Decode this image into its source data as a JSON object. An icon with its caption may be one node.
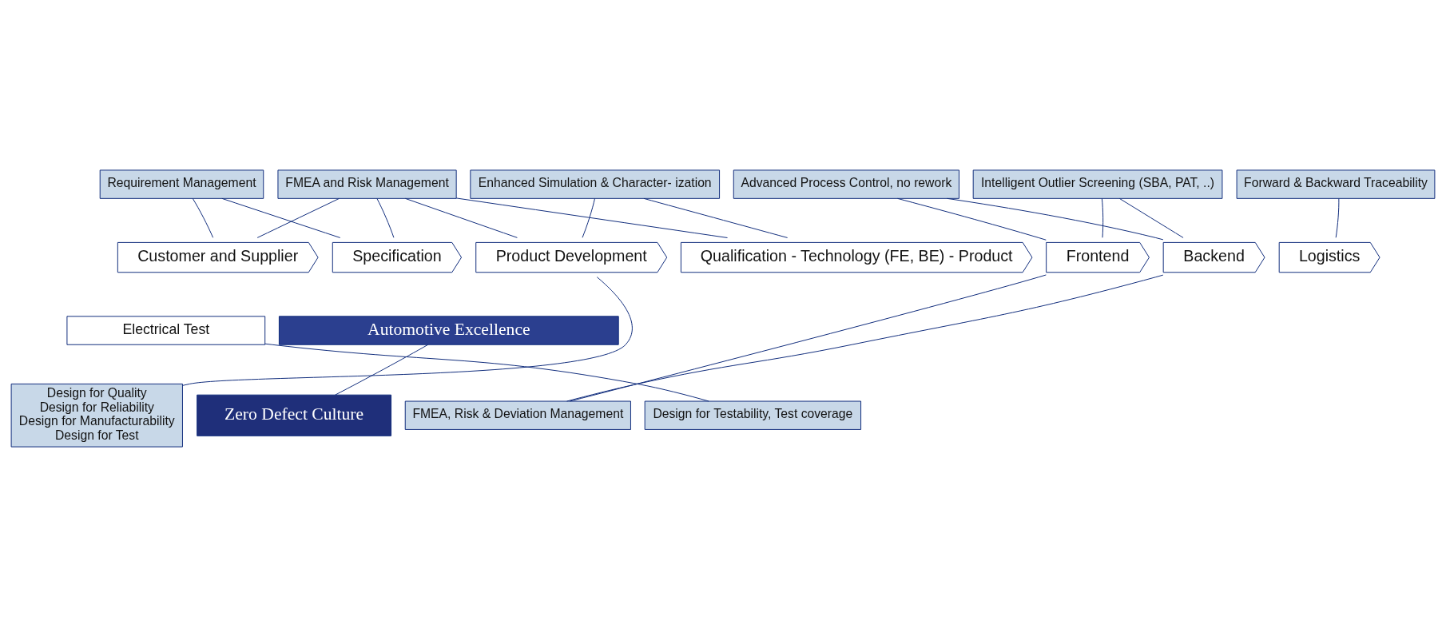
{
  "diagram": {
    "nodes": [
      {
        "text": [
          "Requirement Management"
        ]
      },
      {
        "text": [
          "FMEA and Risk Management"
        ]
      },
      {
        "text": [
          "Enhanced Simulation & Character- ization"
        ]
      },
      {
        "text": [
          "Advanced Process Control, no rework"
        ]
      },
      {
        "text": [
          "Intelligent Outlier Screening (SBA, PAT, ..)"
        ]
      },
      {
        "text": [
          "Forward & Backward Traceability"
        ]
      },
      {
        "text": [
          "Customer and Supplier"
        ]
      },
      {
        "text": [
          "Specification"
        ]
      },
      {
        "text": [
          "Product Development"
        ]
      },
      {
        "text": [
          "Qualification - Technology (FE, BE) - Product"
        ]
      },
      {
        "text": [
          "Frontend"
        ]
      },
      {
        "text": [
          "Backend"
        ]
      },
      {
        "text": [
          "Logistics"
        ]
      },
      {
        "text": [
          "Electrical Test"
        ]
      },
      {
        "text": [
          "Automotive Excellence"
        ]
      },
      {
        "text": [
          "Design for Quality",
          "Design for Reliability",
          "Design for Manufacturability",
          "Design for Test"
        ]
      },
      {
        "text": [
          "Zero Defect Culture"
        ]
      },
      {
        "text": [
          "FMEA, Risk & Deviation Management"
        ]
      },
      {
        "text": [
          "Design for Testability, Test coverage"
        ]
      }
    ],
    "edges": [
      {
        "from": 0,
        "to": 6,
        "arrow": "none"
      },
      {
        "from": 0,
        "to": 7,
        "arrow": "none"
      },
      {
        "from": 1,
        "to": 6,
        "arrow": "none"
      },
      {
        "from": 1,
        "to": 7,
        "arrow": "none"
      },
      {
        "from": 1,
        "to": 8,
        "arrow": "none"
      },
      {
        "from": 1,
        "to": 9,
        "arrow": "none"
      },
      {
        "from": 2,
        "to": 8,
        "arrow": "none"
      },
      {
        "from": 2,
        "to": 9,
        "arrow": "none"
      },
      {
        "from": 3,
        "to": 10,
        "arrow": "none"
      },
      {
        "from": 3,
        "to": 11,
        "arrow": "none"
      },
      {
        "from": 4,
        "to": 10,
        "arrow": "none"
      },
      {
        "from": 4,
        "to": 11,
        "arrow": "none"
      },
      {
        "from": 5,
        "to": 12,
        "arrow": "none"
      },
      {
        "from": 15,
        "to": 8,
        "arrow": "none"
      },
      {
        "from": 16,
        "to": 14,
        "arrow": "none"
      },
      {
        "from": 17,
        "to": 10,
        "arrow": "none"
      },
      {
        "from": 17,
        "to": 11,
        "arrow": "none"
      },
      {
        "from": 18,
        "to": 13,
        "arrow": "none"
      }
    ]
  }
}
